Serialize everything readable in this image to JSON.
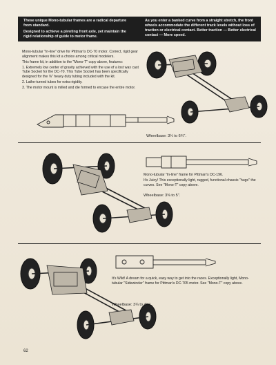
{
  "header": {
    "left_p1": "These unique Mono-tubular frames are a radical departure from standard.",
    "left_p2": "Designed to achieve a pivoting front axle, yet maintain the rigid relationship of guide to motor frame.",
    "right_p1": "As you enter a banked curve from a straight stretch, the front wheels accommodate the different track levels without loss of traction or electrical contact. Better traction — Better electrical contact — More speed."
  },
  "section1": {
    "intro": "Mono-tubular \"In-line\" drive for Pittman's DC-70 motor. Correct, rigid gear alignment makes this kit a choice among critical modelers.",
    "lead": "This frame kit, in addition to the \"Mono-T\" copy above, features:",
    "feature1": "1. Extremely low center of gravity achieved with the use of a lost wax cast Tube Socket for the DC-70. This Tube Socket has been specifically designed for the ⅝\" heavy duty tubing included with the kit.",
    "feature2": "2. Lathe-turned tubes for extra-rigidity.",
    "feature3": "3. The motor mount is milled and die formed to encase the entire motor.",
    "wheelbase": "Wheelbase: 3¼ to 6¾\"."
  },
  "section2": {
    "title": "Mono-tubular \"In-line\" frame for Pittman's DC-196.",
    "body": "It's Juicy! This exceptionally light, rugged, functional chassis \"hugs\" the curves. See \"Mono-T\" copy above.",
    "wheelbase": "Wheelbase: 3⅜ to 5\"."
  },
  "section3": {
    "body": "It's Wild! A dream for a quick, easy way to get into the races. Exceptionally light, Mono-tubular \"Sidewinder\" frame for Pittman's DC-705 motor. See \"Mono-T\" copy above.",
    "wheelbase": "Wheelbase: 3¼ to 4⅝\"."
  },
  "page_number": "62",
  "colors": {
    "ink": "#1b1b1b",
    "paper": "#efe9dc",
    "header_bg": "#1e1e1e"
  }
}
